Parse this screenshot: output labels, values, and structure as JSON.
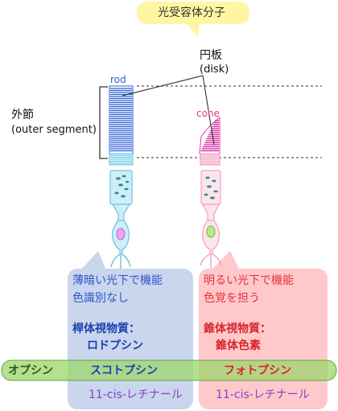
{
  "callout": {
    "text": "光受容体分子"
  },
  "disk_label": {
    "title": "円板",
    "sub": "(disk)"
  },
  "outer_segment_label": {
    "title": "外節",
    "sub": "(outer segment)"
  },
  "cells": {
    "rod": "rod",
    "cone": "cone"
  },
  "rod_panel": {
    "line1": "薄暗い光下で機能",
    "line2": "色識別なし",
    "pigment_title": "桿体視物質：",
    "pigment_name": "ロドプシン",
    "opsin": "スコトプシン",
    "chromophore": "11-cis-レチナール"
  },
  "cone_panel": {
    "line1": "明るい光下で機能",
    "line2": "色覚を担う",
    "pigment_title": "錐体視物質：",
    "pigment_name": "錐体色素",
    "opsin": "フォトプシン",
    "chromophore": "11-cis-レチナール"
  },
  "opsin_label": "オプシン",
  "colors": {
    "rod": "#2b5fd6",
    "cone": "#e5368f",
    "rod_panel": "#c9d6ee",
    "cone_panel": "#ffc9cc",
    "rod_text": "#2f55c8",
    "cone_text": "#e5323a",
    "purple": "#8a3fc7",
    "green": "#8ed15c",
    "green_border": "#5aa83a",
    "callout": "#fff6a3"
  }
}
